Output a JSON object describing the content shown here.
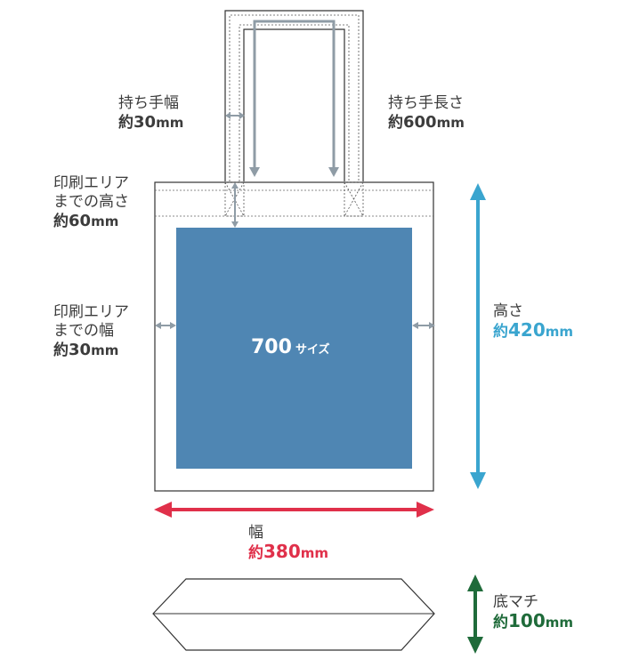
{
  "colors": {
    "print_area": "#4f86b3",
    "outline": "#333333",
    "handle_arrow": "#8f9ca6",
    "height_arrow": "#3aa5cf",
    "width_arrow": "#e0304a",
    "gusset_arrow": "#1f6b3a",
    "label_text": "#3c3c3c"
  },
  "print_area": {
    "size_number": "700",
    "size_suffix": "サイズ"
  },
  "labels": {
    "handle_width": {
      "title": "持ち手幅",
      "prefix": "約",
      "value": "30",
      "unit": "mm"
    },
    "handle_length": {
      "title": "持ち手長さ",
      "prefix": "約",
      "value": "600",
      "unit": "mm"
    },
    "print_top": {
      "line1": "印刷エリア",
      "line2": "までの高さ",
      "prefix": "約",
      "value": "60",
      "unit": "mm"
    },
    "print_side": {
      "line1": "印刷エリア",
      "line2": "までの幅",
      "prefix": "約",
      "value": "30",
      "unit": "mm"
    },
    "height": {
      "title": "高さ",
      "prefix": "約",
      "value": "420",
      "unit": "mm"
    },
    "width": {
      "title": "幅",
      "prefix": "約",
      "value": "380",
      "unit": "mm"
    },
    "gusset": {
      "title": "底マチ",
      "prefix": "約",
      "value": "100",
      "unit": "mm"
    }
  }
}
